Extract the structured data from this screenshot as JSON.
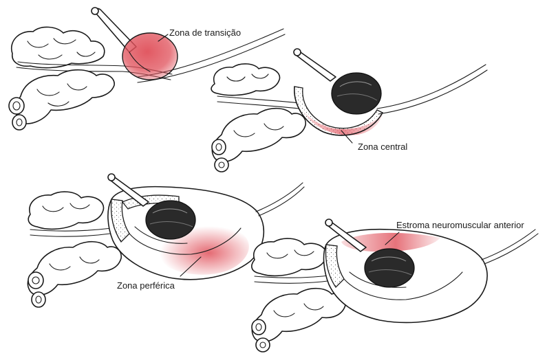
{
  "labels": {
    "transition_zone": "Zona de transição",
    "central_zone": "Zona central",
    "peripheral_zone": "Zona perférica",
    "anterior_stroma": "Estroma neuromuscular anterior"
  },
  "colors": {
    "highlight": "#e0505a",
    "ink": "#1a1a1a",
    "background": "#ffffff"
  }
}
